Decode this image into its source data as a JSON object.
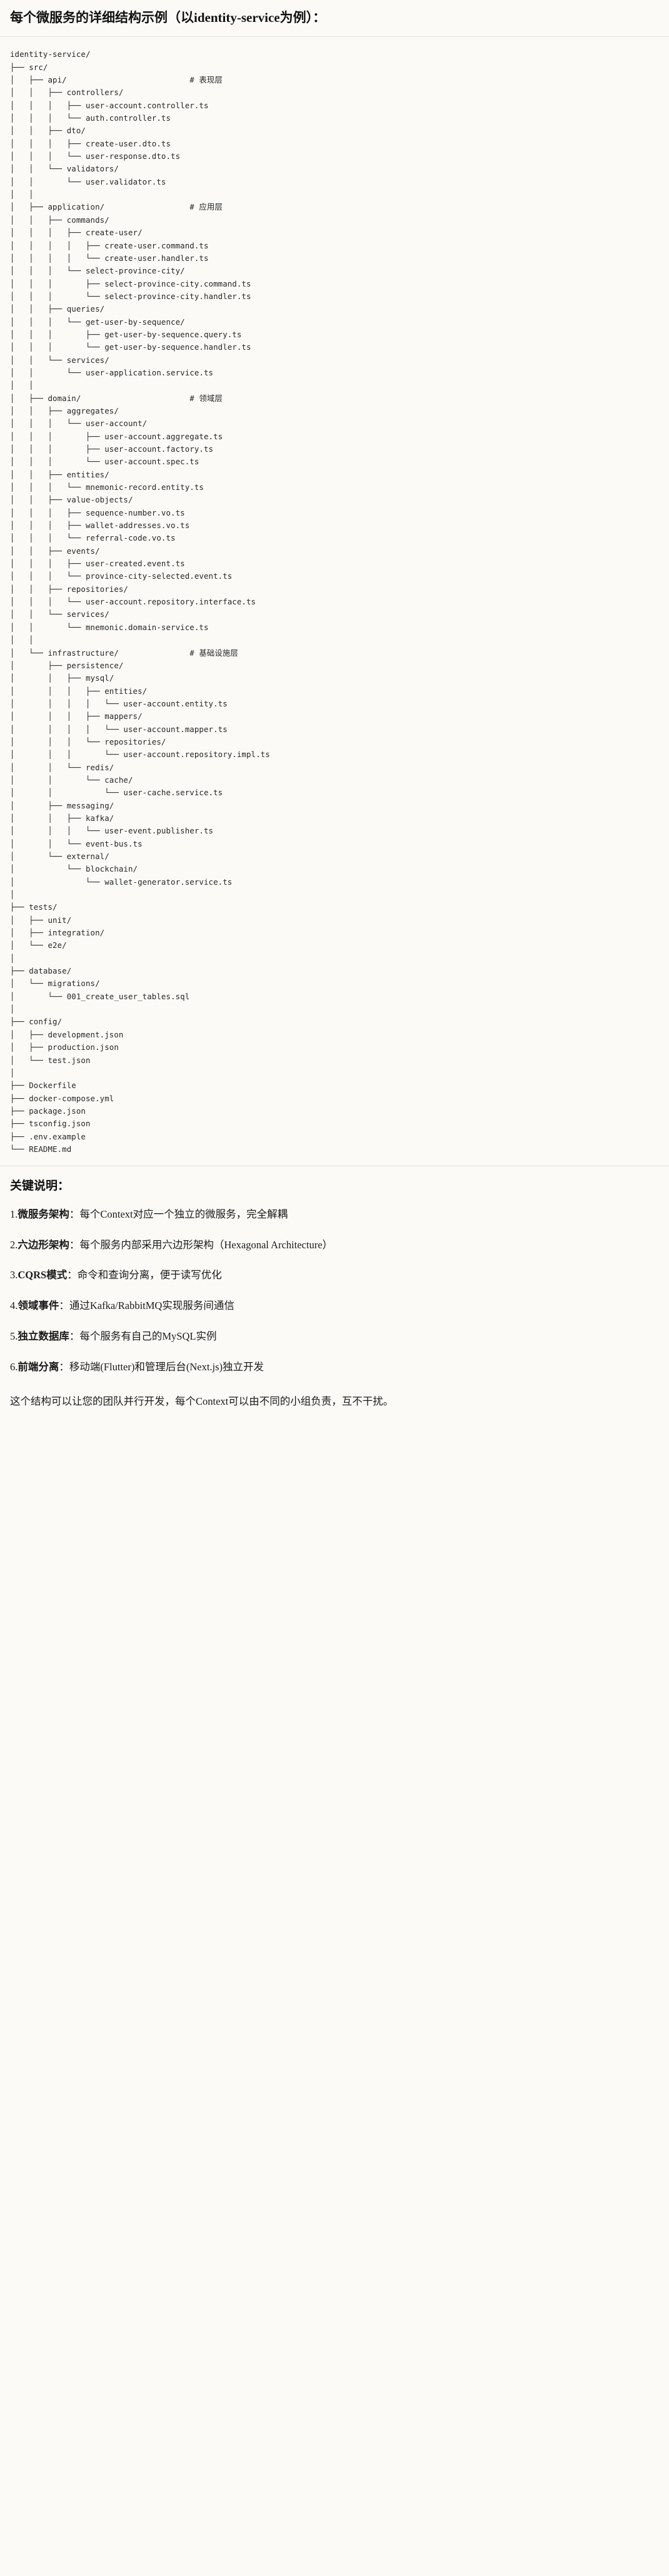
{
  "header": {
    "title": "每个微服务的详细结构示例（以identity-service为例）："
  },
  "tree": {
    "root": "identity-service/",
    "text": "identity-service/\n├── src/\n│   ├── api/                          # 表现层\n│   │   ├── controllers/\n│   │   │   ├── user-account.controller.ts\n│   │   │   └── auth.controller.ts\n│   │   ├── dto/\n│   │   │   ├── create-user.dto.ts\n│   │   │   └── user-response.dto.ts\n│   │   └── validators/\n│   │       └── user.validator.ts\n│   │\n│   ├── application/                  # 应用层\n│   │   ├── commands/\n│   │   │   ├── create-user/\n│   │   │   │   ├── create-user.command.ts\n│   │   │   │   └── create-user.handler.ts\n│   │   │   └── select-province-city/\n│   │   │       ├── select-province-city.command.ts\n│   │   │       └── select-province-city.handler.ts\n│   │   ├── queries/\n│   │   │   └── get-user-by-sequence/\n│   │   │       ├── get-user-by-sequence.query.ts\n│   │   │       └── get-user-by-sequence.handler.ts\n│   │   └── services/\n│   │       └── user-application.service.ts\n│   │\n│   ├── domain/                       # 领域层\n│   │   ├── aggregates/\n│   │   │   └── user-account/\n│   │   │       ├── user-account.aggregate.ts\n│   │   │       ├── user-account.factory.ts\n│   │   │       └── user-account.spec.ts\n│   │   ├── entities/\n│   │   │   └── mnemonic-record.entity.ts\n│   │   ├── value-objects/\n│   │   │   ├── sequence-number.vo.ts\n│   │   │   ├── wallet-addresses.vo.ts\n│   │   │   └── referral-code.vo.ts\n│   │   ├── events/\n│   │   │   ├── user-created.event.ts\n│   │   │   └── province-city-selected.event.ts\n│   │   ├── repositories/\n│   │   │   └── user-account.repository.interface.ts\n│   │   └── services/\n│   │       └── mnemonic.domain-service.ts\n│   │\n│   └── infrastructure/               # 基础设施层\n│       ├── persistence/\n│       │   ├── mysql/\n│       │   │   ├── entities/\n│       │   │   │   └── user-account.entity.ts\n│       │   │   ├── mappers/\n│       │   │   │   └── user-account.mapper.ts\n│       │   │   └── repositories/\n│       │   │       └── user-account.repository.impl.ts\n│       │   └── redis/\n│       │       └── cache/\n│       │           └── user-cache.service.ts\n│       ├── messaging/\n│       │   ├── kafka/\n│       │   │   └── user-event.publisher.ts\n│       │   └── event-bus.ts\n│       └── external/\n│           └── blockchain/\n│               └── wallet-generator.service.ts\n│\n├── tests/\n│   ├── unit/\n│   ├── integration/\n│   └── e2e/\n│\n├── database/\n│   └── migrations/\n│       └── 001_create_user_tables.sql\n│\n├── config/\n│   ├── development.json\n│   ├── production.json\n│   └── test.json\n│\n├── Dockerfile\n├── docker-compose.yml\n├── package.json\n├── tsconfig.json\n├── .env.example\n└── README.md",
    "layer_comments": [
      {
        "path": "src/api/",
        "comment": "# 表现层"
      },
      {
        "path": "src/application/",
        "comment": "# 应用层"
      },
      {
        "path": "src/domain/",
        "comment": "# 领域层"
      },
      {
        "path": "src/infrastructure/",
        "comment": "# 基础设施层"
      }
    ]
  },
  "notes": {
    "title": "关键说明：",
    "items": [
      {
        "num": "1.",
        "term": "微服务架构",
        "sep": "：",
        "desc": "每个Context对应一个独立的微服务，完全解耦"
      },
      {
        "num": "2.",
        "term": "六边形架构",
        "sep": "：",
        "desc": "每个服务内部采用六边形架构（Hexagonal Architecture）"
      },
      {
        "num": "3.",
        "term": "CQRS模式",
        "sep": "：",
        "desc": "命令和查询分离，便于读写优化"
      },
      {
        "num": "4.",
        "term": "领域事件",
        "sep": "：",
        "desc": "通过Kafka/RabbitMQ实现服务间通信"
      },
      {
        "num": "5.",
        "term": "独立数据库",
        "sep": "：",
        "desc": "每个服务有自己的MySQL实例"
      },
      {
        "num": "6.",
        "term": "前端分离",
        "sep": "：",
        "desc": "移动端(Flutter)和管理后台(Next.js)独立开发"
      }
    ],
    "closing": "这个结构可以让您的团队并行开发，每个Context可以由不同的小组负责，互不干扰。"
  }
}
